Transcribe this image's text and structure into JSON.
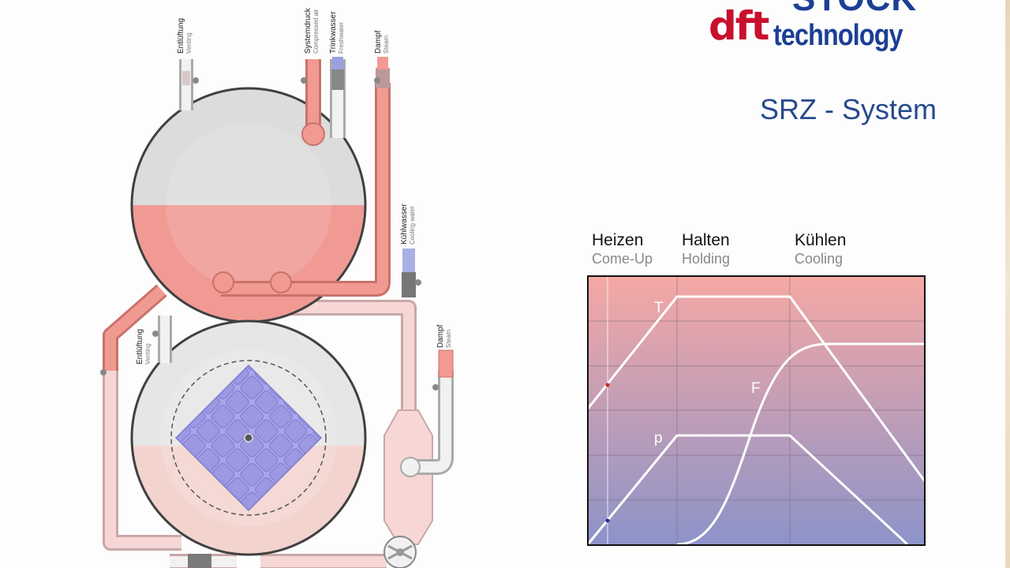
{
  "logo": {
    "brand_top": "STOCK",
    "brand_dft": "dft",
    "brand_tech": "technology"
  },
  "title": "SRZ - System",
  "connections": {
    "venting_top": {
      "de": "Entlüftung",
      "en": "Venting"
    },
    "compressed_air": {
      "de": "Systemdruck",
      "en": "Compressed air"
    },
    "freshwater": {
      "de": "Trinkwasser",
      "en": "Freshwater"
    },
    "steam_top": {
      "de": "Dampf",
      "en": "Steam"
    },
    "cooling_water": {
      "de": "Kühlwasser",
      "en": "Cooling water"
    },
    "venting_bottom": {
      "de": "Entlüftung",
      "en": "Venting"
    },
    "steam_bottom": {
      "de": "Dampf",
      "en": "Steam"
    }
  },
  "phases": [
    {
      "de": "Heizen",
      "en": "Come-Up"
    },
    {
      "de": "Halten",
      "en": "Holding"
    },
    {
      "de": "Kühlen",
      "en": "Cooling"
    }
  ],
  "process_chart": {
    "curve_labels": {
      "temperature": "T",
      "pressure": "p",
      "flow": "F"
    },
    "colors": {
      "top": "#f5a8a4",
      "bottom": "#8c93c9",
      "curves": "#ffffff"
    }
  }
}
